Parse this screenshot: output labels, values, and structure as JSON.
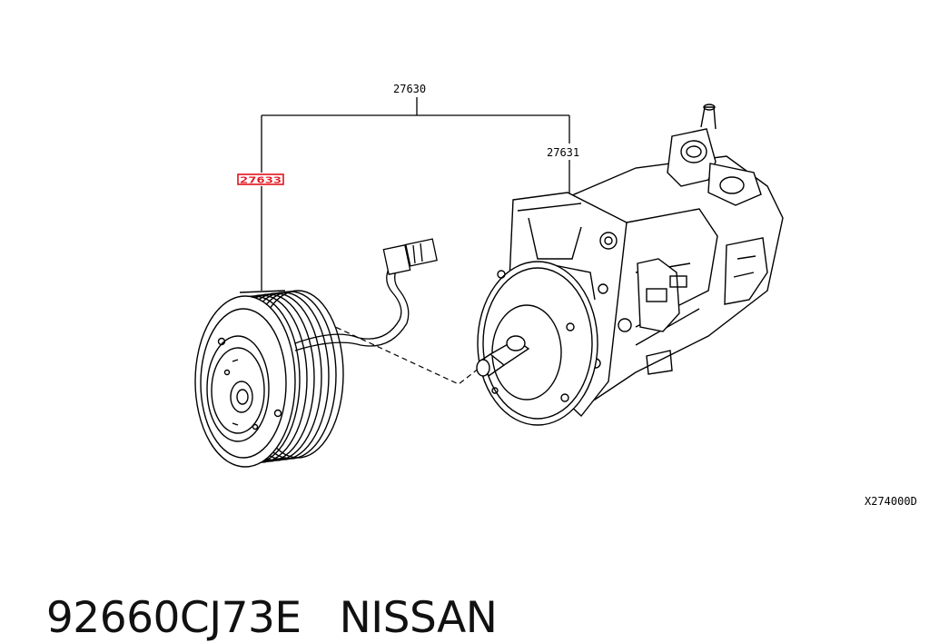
{
  "callouts": {
    "assembly": "27630",
    "compressor": "27631",
    "clutch": "27633"
  },
  "figure_code": "X274000D",
  "caption": {
    "part_number": "92660CJ73E",
    "brand": "NISSAN"
  },
  "colors": {
    "line": "#000000",
    "highlight": "#e0141e",
    "background": "#ffffff"
  }
}
